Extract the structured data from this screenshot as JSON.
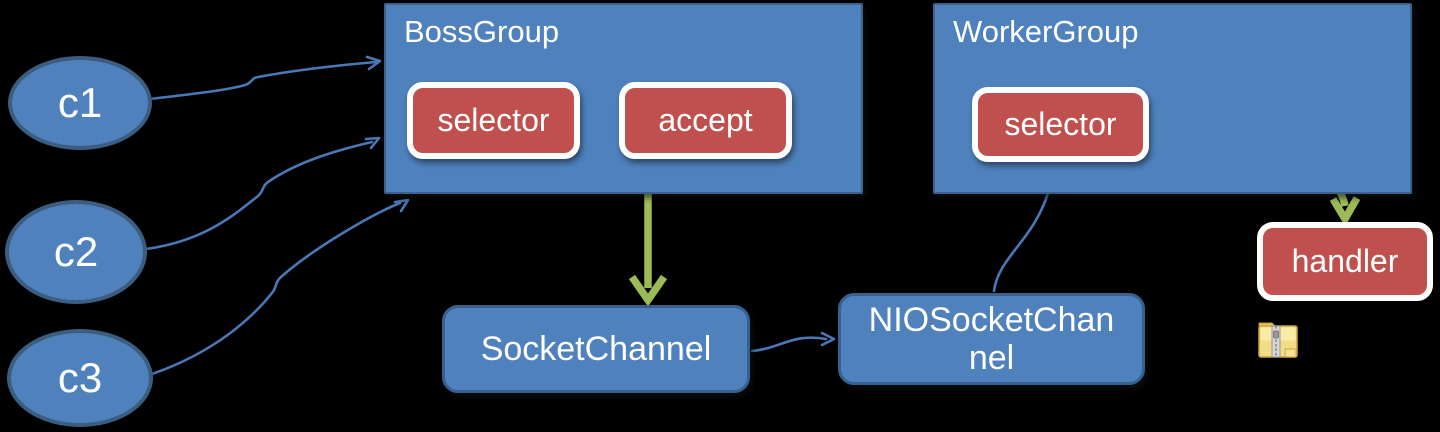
{
  "diagram": {
    "clients": [
      {
        "label": "c1"
      },
      {
        "label": "c2"
      },
      {
        "label": "c3"
      }
    ],
    "boss_group": {
      "title": "BossGroup",
      "selector_label": "selector",
      "accept_label": "accept"
    },
    "worker_group": {
      "title": "WorkerGroup",
      "selector_label": "selector"
    },
    "socket_channel": {
      "label": "SocketChannel"
    },
    "nio_socket_channel": {
      "label": "NIOSocketChannel",
      "display_lines": [
        "NIOSocketChan",
        "nel"
      ]
    },
    "handler": {
      "label": "handler"
    },
    "icons": [
      {
        "name": "zip-folder-icon"
      }
    ],
    "colors": {
      "background": "#000000",
      "node_fill_blue": "#4f81bd",
      "node_border_blue": "#385d8a",
      "chip_red": "#c0504d",
      "chip_border": "#ffffff",
      "arrow_blue": "#4a78b6",
      "arrow_green": "#9bbb59",
      "text": "#ffffff"
    },
    "edges": [
      {
        "from": "c1",
        "to": "BossGroup",
        "color": "blue",
        "style": "thin-curve"
      },
      {
        "from": "c2",
        "to": "BossGroup",
        "color": "blue",
        "style": "thin-curve"
      },
      {
        "from": "c3",
        "to": "BossGroup",
        "color": "blue",
        "style": "thin-curve"
      },
      {
        "from": "accept",
        "to": "SocketChannel",
        "color": "green",
        "style": "thick-straight"
      },
      {
        "from": "SocketChannel",
        "to": "NIOSocketChannel",
        "color": "blue",
        "style": "thin-curve"
      },
      {
        "from": "NIOSocketChannel",
        "to": "WorkerGroup.selector",
        "color": "blue",
        "style": "thin-curve"
      },
      {
        "from": "WorkerGroup",
        "to": "handler",
        "color": "green",
        "style": "thick-curve"
      }
    ]
  }
}
